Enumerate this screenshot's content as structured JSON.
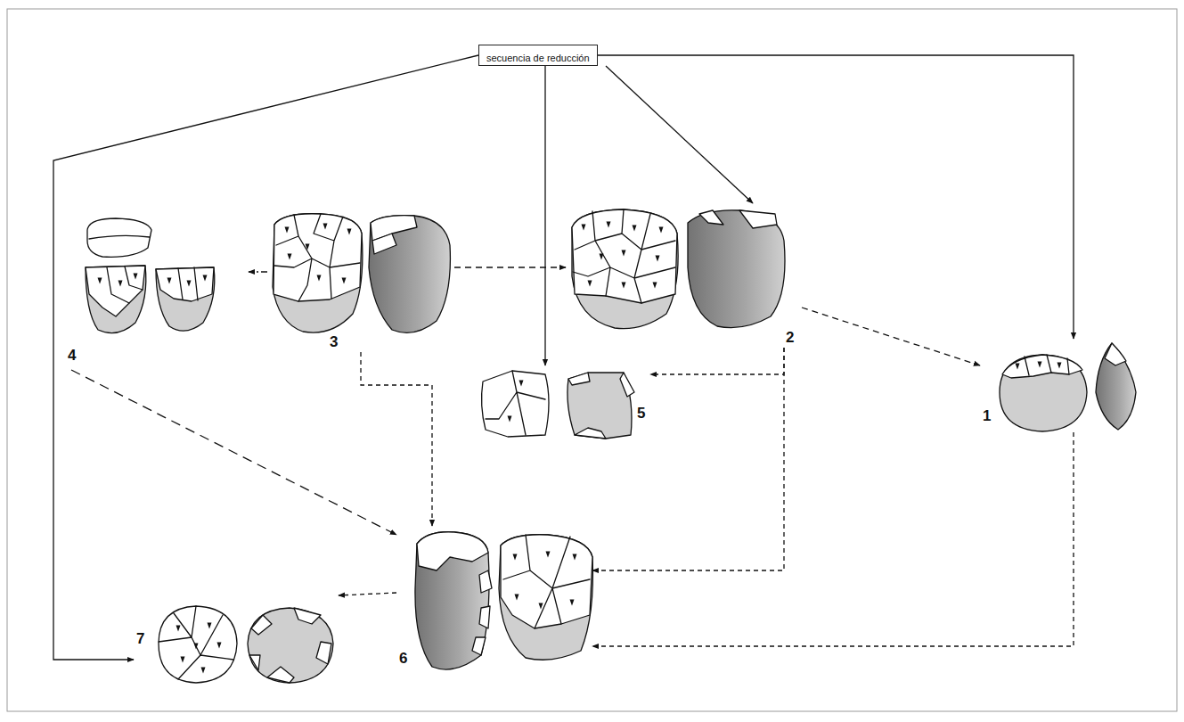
{
  "diagram": {
    "nodes": [
      {
        "text": [
          "secuencia de reducción"
        ]
      },
      {
        "text": [
          "4"
        ]
      },
      {
        "text": [
          "3"
        ]
      },
      {
        "text": [
          "2"
        ]
      },
      {
        "text": [
          "1"
        ]
      },
      {
        "text": [
          "5"
        ]
      },
      {
        "text": [
          "7"
        ]
      },
      {
        "text": [
          "6"
        ]
      }
    ],
    "edges": [
      {
        "from": 0,
        "to": 6,
        "arrow": "to"
      },
      {
        "from": 0,
        "to": 5,
        "arrow": "to"
      },
      {
        "from": 0,
        "to": 3,
        "arrow": "to"
      },
      {
        "from": 0,
        "to": 4,
        "arrow": "to"
      },
      {
        "from": 2,
        "to": 1,
        "arrow": "to"
      },
      {
        "from": 2,
        "to": 3,
        "arrow": "to"
      },
      {
        "from": 3,
        "to": 4,
        "arrow": "to"
      },
      {
        "from": 3,
        "to": 5,
        "arrow": "to"
      },
      {
        "from": 3,
        "to": 7,
        "arrow": "to"
      },
      {
        "from": 2,
        "to": 7,
        "arrow": "to"
      },
      {
        "from": 1,
        "to": 7,
        "arrow": "to"
      },
      {
        "from": 4,
        "to": 7,
        "arrow": "to"
      },
      {
        "from": 7,
        "to": 6,
        "arrow": "to"
      }
    ]
  }
}
